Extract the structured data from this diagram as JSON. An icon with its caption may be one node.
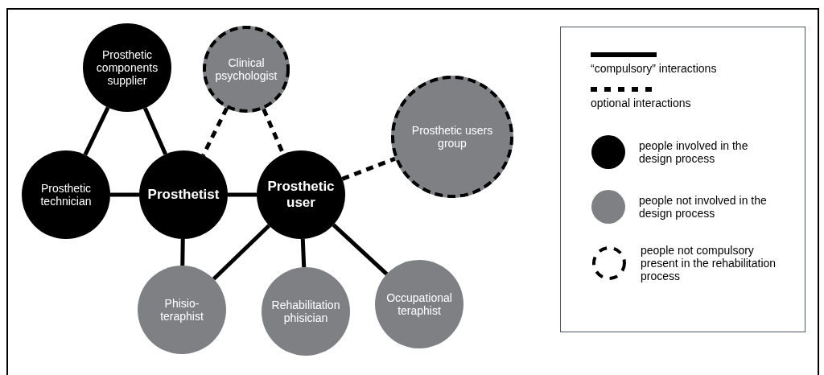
{
  "diagram": {
    "nodes": [
      {
        "text": [
          "Prosthetic components supplier"
        ]
      },
      {
        "text": [
          "Clinical psychologist"
        ]
      },
      {
        "text": [
          "Prosthetic technician"
        ]
      },
      {
        "text": [
          "Prosthetist"
        ]
      },
      {
        "text": [
          "Prosthetic user"
        ]
      },
      {
        "text": [
          "Prosthetic users group"
        ]
      },
      {
        "text": [
          "Phisio- teraphist"
        ]
      },
      {
        "text": [
          "Rehabilitation phisician"
        ]
      },
      {
        "text": [
          "Occupational teraphist"
        ]
      }
    ],
    "edges": [
      {
        "from": 0,
        "to": 2,
        "arrow": "none"
      },
      {
        "from": 0,
        "to": 3,
        "arrow": "none"
      },
      {
        "from": 2,
        "to": 3,
        "arrow": "none"
      },
      {
        "from": 3,
        "to": 4,
        "arrow": "none"
      },
      {
        "from": 1,
        "to": 3,
        "arrow": "none",
        "style": "dashed"
      },
      {
        "from": 1,
        "to": 4,
        "arrow": "none",
        "style": "dashed"
      },
      {
        "from": 4,
        "to": 5,
        "arrow": "none",
        "style": "dashed"
      },
      {
        "from": 3,
        "to": 6,
        "arrow": "none"
      },
      {
        "from": 4,
        "to": 6,
        "arrow": "none"
      },
      {
        "from": 4,
        "to": 7,
        "arrow": "none"
      },
      {
        "from": 4,
        "to": 8,
        "arrow": "none"
      }
    ],
    "legend": [
      {
        "text": "“compulsory” interactions"
      },
      {
        "text": "optional interactions"
      },
      {
        "text": "people involved in the design process",
        "color": "#000000"
      },
      {
        "text": "people not involved in the design process",
        "color": "#7f8084"
      },
      {
        "text": "people not compulsory present in the rehabilitation process"
      }
    ]
  }
}
